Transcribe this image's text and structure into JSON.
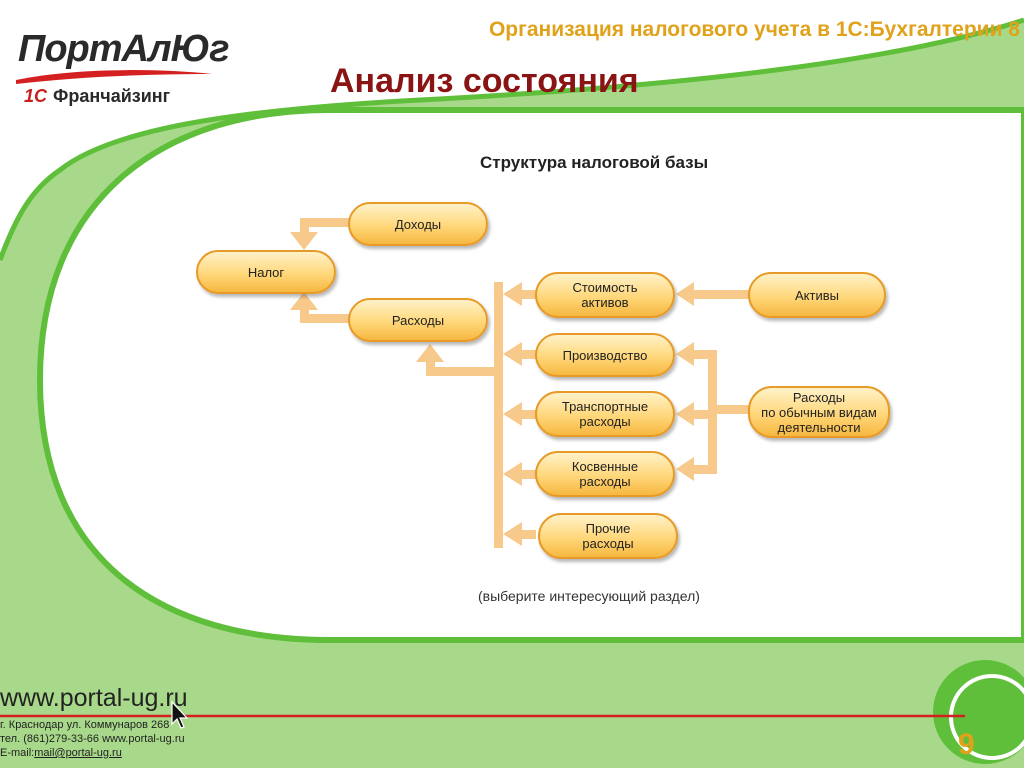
{
  "header": {
    "presentation_title": "Организация налогового учета в 1С:Бухгалтерии 8",
    "slide_title": "Анализ состояния"
  },
  "logo": {
    "brand": "ПортАлЮг",
    "sub_1c": "1С",
    "sub_text": "Франчайзинг"
  },
  "diagram": {
    "title": "Структура налоговой базы",
    "hint": "(выберите интересующий раздел)",
    "nodes": {
      "tax": "Налог",
      "income": "Доходы",
      "expenses": "Расходы",
      "asset_cost": "Стоимость\nактивов",
      "production": "Производство",
      "transport": "Транспортные\nрасходы",
      "indirect": "Косвенные\nрасходы",
      "other": "Прочие\nрасходы",
      "assets": "Активы",
      "ordinary": "Расходы\nпо обычным видам\nдеятельности"
    }
  },
  "footer": {
    "site": "www.portal-ug.ru",
    "address_line1": "г. Краснодар ул. Коммунаров 268",
    "address_line2": "тел. (861)279-33-66 www.portal-ug.ru",
    "address_line3_prefix": "E-mail:",
    "email": "mail@portal-ug.ru",
    "page_number": "9"
  },
  "colors": {
    "background_green": "#a8d98a",
    "panel": "#ffffff",
    "border_green": "#5fbf3a",
    "title_gold": "#e0a21a",
    "title_dark_red": "#8a1414",
    "arrow": "#f7c98a",
    "node_border": "#e79a28",
    "footer_line": "#d42020"
  }
}
